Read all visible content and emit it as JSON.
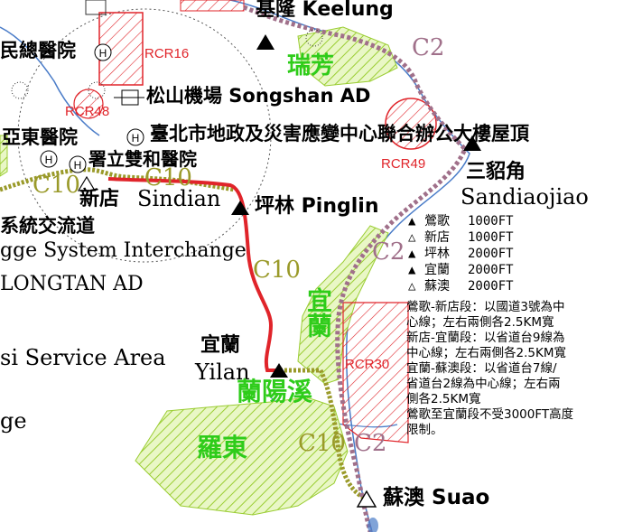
{
  "places": {
    "keelung": "基隆 Keelung",
    "ruifang": "瑞芳",
    "songshan": "松山機場 Songshan AD",
    "minsheng_hospital": "民總醫院",
    "yadong_hospital": "亞東醫院",
    "shuanghe_hospital": "署立雙和醫院",
    "taipei_eoc": "臺北市地政及災害應變中心聯合辦公大樓屋頂",
    "sandiaojiao_cn": "三貂角",
    "sandiaojiao_en": "Sandiaojiao",
    "sindian_cn": "新店",
    "sindian_en": "Sindian",
    "pinglin": "坪林 Pinglin",
    "interchange_cn": "系統交流道",
    "interchange_en": "gge System Interchange",
    "longtan": "LONGTAN AD",
    "service_area": "si Service Area",
    "ge": "ge",
    "yilan_cn": "宜蘭",
    "yilan_en": "Yilan",
    "lanyangxi": "蘭陽溪",
    "luodong": "羅東",
    "yilan_green": "宜蘭",
    "suao": "蘇澳 Suao"
  },
  "routes": {
    "c2_top": "C2",
    "c2_mid": "C2",
    "c2_bottom": "C2",
    "c10_left": "C10",
    "c10_mid": "C10",
    "c10_center": "C10",
    "c10_bottom": "C10"
  },
  "rcr": {
    "rcr16": "RCR16",
    "rcr48": "RCR48",
    "rcr49": "RCR49",
    "rcr30": "RCR30"
  },
  "hospital_symbol": "H",
  "legend": [
    {
      "symbol": "▲",
      "name": "鶯歌",
      "alt": "1000FT"
    },
    {
      "symbol": "△",
      "name": "新店",
      "alt": "1000FT"
    },
    {
      "symbol": "▲",
      "name": "坪林",
      "alt": "2000FT"
    },
    {
      "symbol": "▲",
      "name": "宜蘭",
      "alt": "2000FT"
    },
    {
      "symbol": "△",
      "name": "蘇澳",
      "alt": "2000FT"
    }
  ],
  "notes": [
    "鶯歌-新店段：以國道3號為中",
    "心線；左右兩側各2.5KM寬",
    "新店-宜蘭段：以省道台9線為",
    "中心線；左右兩側各2.5KM寬",
    "宜蘭-蘇澳段：以省道台7線/",
    "省道台2線為中心線；左右兩",
    "側各2.5KM寬",
    "鶯歌至宜蘭段不受3000FT高度",
    "限制。"
  ],
  "colors": {
    "route_red": "#e0242a",
    "route_olive": "#9a9a2a",
    "route_purple": "#a0708a",
    "hatch_green": "#a8d84a",
    "hatch_red": "#e0242a",
    "label_green": "#2ecc1a",
    "water": "#4a7cc8"
  }
}
